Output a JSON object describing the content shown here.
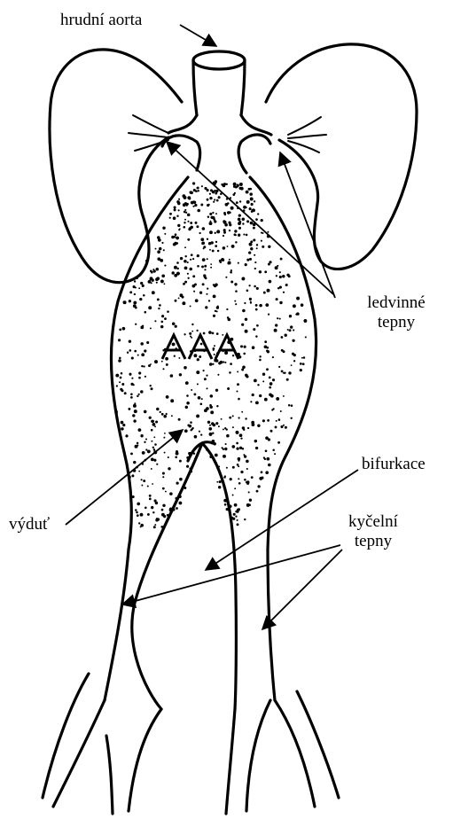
{
  "labels": {
    "thoracic_aorta": "hrudní aorta",
    "renal_line1": "ledvinné",
    "renal_line2": "tepny",
    "bifurcation": "bifurkace",
    "aneurysm": "výduť",
    "iliac_line1": "kyčelní",
    "iliac_line2": "tepny",
    "aaa": "AAA"
  }
}
